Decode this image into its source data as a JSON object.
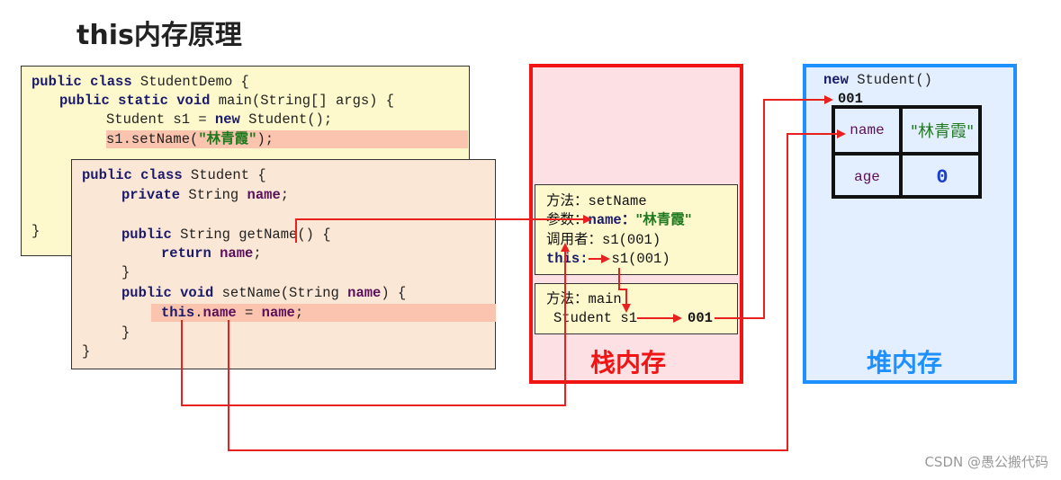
{
  "title": "this内存原理",
  "student_demo_code": {
    "l1a": "public class",
    "l1b": " StudentDemo {",
    "l2a": "public static void",
    "l2b": " main(String[] args) {",
    "l3a": "Student s1 = ",
    "l3b": "new",
    "l3c": " Student();",
    "l4a": "s1.setName(",
    "l4b": "\"林青霞\"",
    "l4c": ");",
    "l5": "}"
  },
  "student_code": {
    "l1a": "public class",
    "l1b": " Student {",
    "l2a": "private",
    "l2b": " String ",
    "l2c": "name",
    "l2d": ";",
    "l3a": "public",
    "l3b": " String getName() {",
    "l4a": "return",
    "l4b": " ",
    "l4c": "name",
    "l4d": ";",
    "l5": "}",
    "l6a": "public void",
    "l6b": " setName(String ",
    "l6c": "name",
    "l6d": ") {",
    "l7a": "this",
    "l7b": ".",
    "l7c": "name",
    "l7d": " = ",
    "l7e": "name",
    "l7f": ";",
    "l8": "}",
    "l9": "}"
  },
  "stack": {
    "label": "栈内存",
    "setname_frame": {
      "method_label": "方法：",
      "method": "setName",
      "param_label": "参数：",
      "param_name": "name：",
      "param_value": "\"林青霞\"",
      "caller_label": "调用者：",
      "caller_value": "s1(001)",
      "this_label": "this:",
      "this_value": "s1(001)"
    },
    "main_frame": {
      "method_label": "方法：",
      "method": "main",
      "var": "Student s1",
      "var_value": "001"
    }
  },
  "heap": {
    "label": "堆内存",
    "new_expr_kw": "new",
    "new_expr": " Student()",
    "address": "001",
    "fields": [
      {
        "name": "name",
        "value": "\"林青霞\""
      },
      {
        "name": "age",
        "value": "0"
      }
    ]
  },
  "watermark": "CSDN @愚公搬代码",
  "colors": {
    "stack_border": "#f01414",
    "stack_bg": "#fde0e4",
    "heap_border": "#1e90ff",
    "heap_bg": "#e3efff",
    "arrow": "#e8201e",
    "code_yellow": "#fdf9cc",
    "code_peach": "#fbe7d6"
  }
}
